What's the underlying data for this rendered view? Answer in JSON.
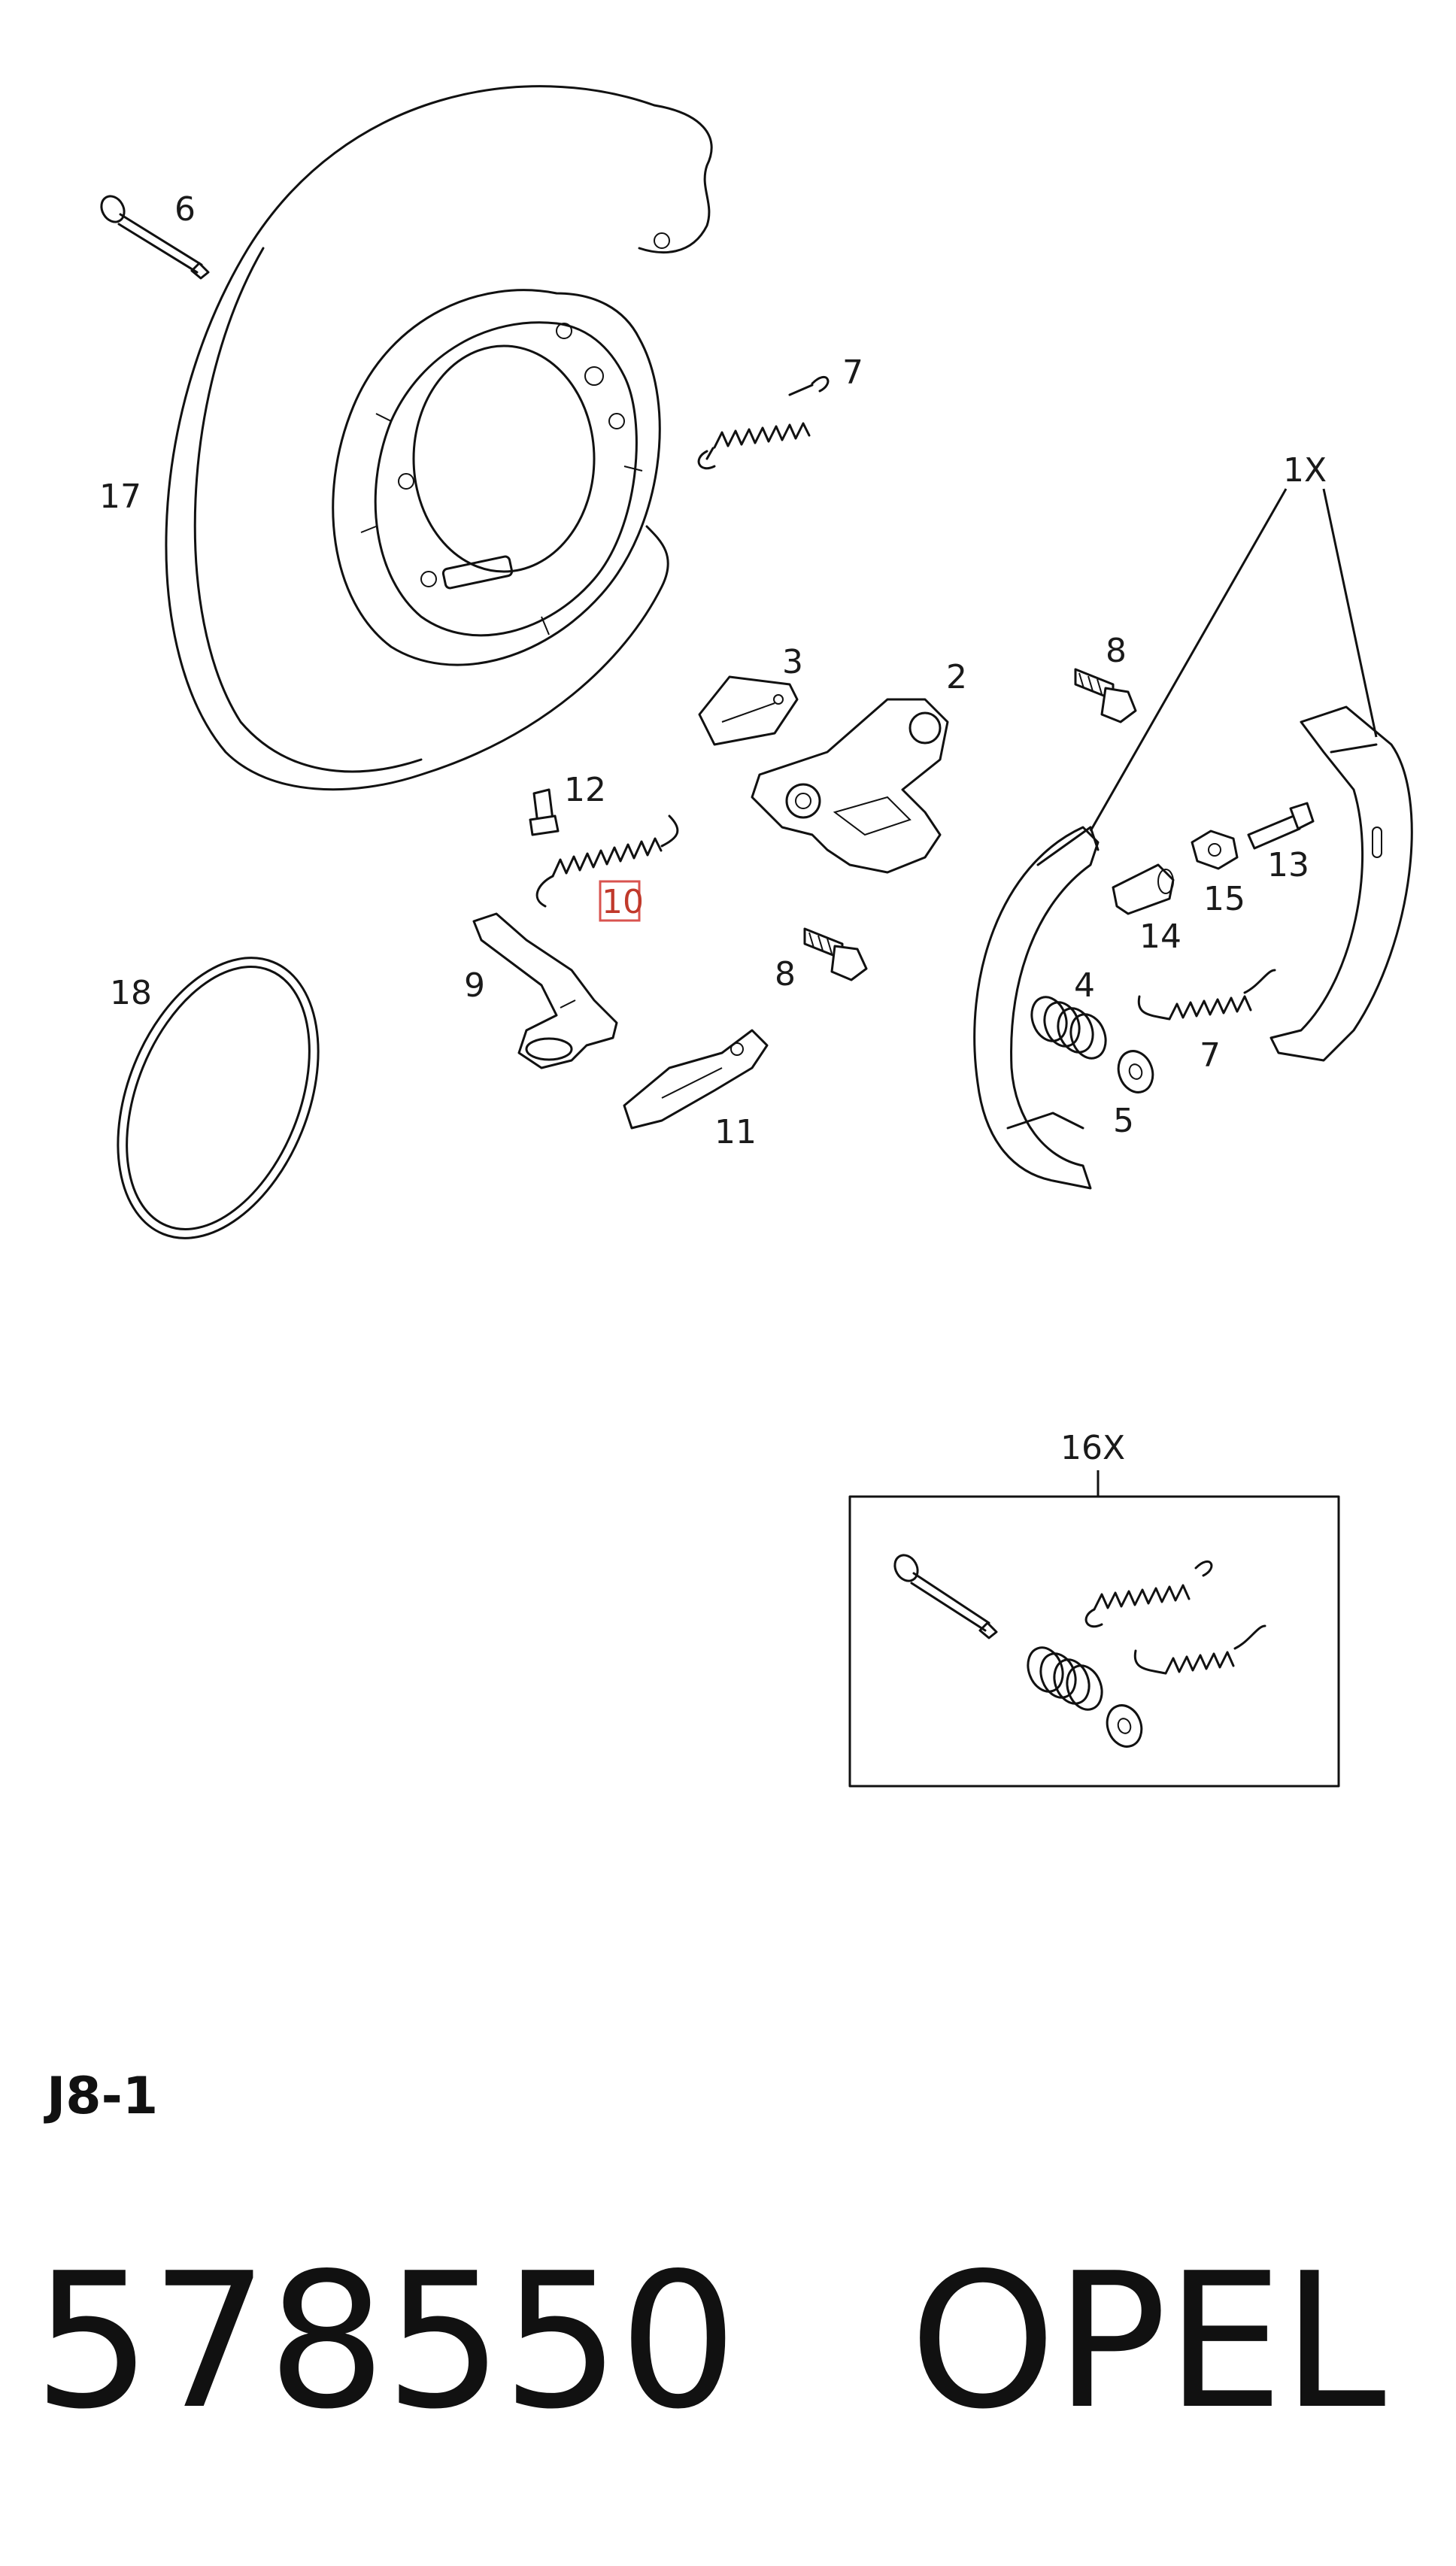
{
  "labels": {
    "p1x": "1X",
    "p2": "2",
    "p3": "3",
    "p4": "4",
    "p5": "5",
    "p6": "6",
    "p7a": "7",
    "p7b": "7",
    "p8a": "8",
    "p8b": "8",
    "p9": "9",
    "p10": "10",
    "p11": "11",
    "p12": "12",
    "p13": "13",
    "p14": "14",
    "p15": "15",
    "p16x": "16X",
    "p17": "17",
    "p18": "18"
  },
  "highlight": {
    "label": "p10",
    "color": "#d9534f"
  },
  "footer": {
    "code": "J8-1",
    "part_number": "578550",
    "brand": "OPEL"
  }
}
